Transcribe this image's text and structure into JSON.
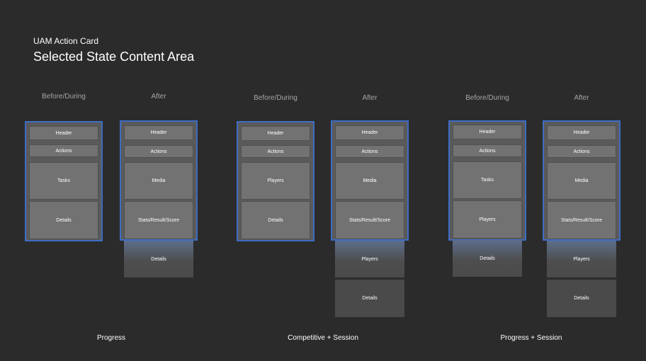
{
  "header": {
    "subtitle": "UAM Action Card",
    "title": "Selected State Content Area"
  },
  "groups": [
    {
      "label": "Progress",
      "cards": [
        {
          "label": "Before/During",
          "sections": [
            "Header",
            "Actions",
            "Tasks",
            "Details"
          ],
          "overflow": []
        },
        {
          "label": "After",
          "sections": [
            "Header",
            "Actions",
            "Media",
            "Stats/Result/Score"
          ],
          "overflow": [
            "Details"
          ]
        }
      ]
    },
    {
      "label": "Competitive + Session",
      "cards": [
        {
          "label": "Before/During",
          "sections": [
            "Header",
            "Actions",
            "Players",
            "Details"
          ],
          "overflow": []
        },
        {
          "label": "After",
          "sections": [
            "Header",
            "Actions",
            "Media",
            "Stats/Result/Score"
          ],
          "overflow": [
            "Players",
            "Details"
          ]
        }
      ]
    },
    {
      "label": "Progress + Session",
      "cards": [
        {
          "label": "Before/During",
          "sections": [
            "Header",
            "Actions",
            "Tasks",
            "Players"
          ],
          "overflow": [
            "Details"
          ]
        },
        {
          "label": "After",
          "sections": [
            "Header",
            "Actions",
            "Media",
            "Stats/Result/Score"
          ],
          "overflow": [
            "Players",
            "Details"
          ]
        }
      ]
    }
  ],
  "colors": {
    "background": "#2b2b2b",
    "selected_border": "#3d6cc4",
    "block": "#727272"
  }
}
